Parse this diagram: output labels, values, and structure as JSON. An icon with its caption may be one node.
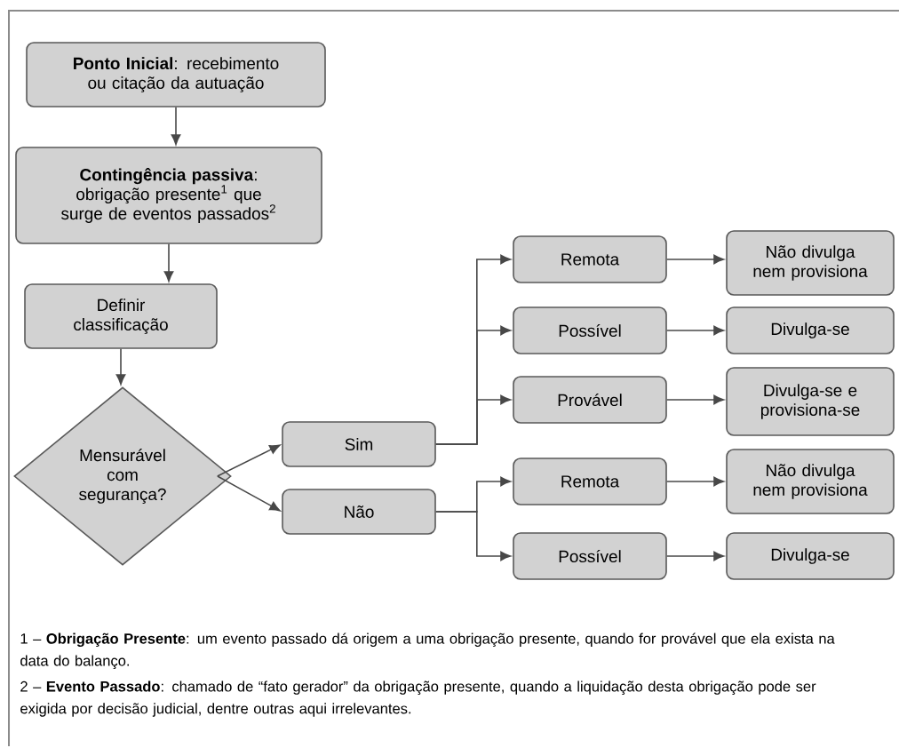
{
  "diagram": {
    "nodes": [
      {
        "text": [
          "**Ponto Inicial**: recebimento ou citação da autuação"
        ]
      },
      {
        "text": [
          "**Contingência passiva**: obrigação presente$^{1}$ que surge de eventos passados$^{2}$"
        ]
      },
      {
        "text": [
          "Definir classificação"
        ]
      },
      {
        "text": [
          "Mensurável com segurança?"
        ]
      },
      {
        "text": [
          "Sim"
        ]
      },
      {
        "text": [
          "Não"
        ]
      },
      {
        "text": [
          "Remota"
        ]
      },
      {
        "text": [
          "Não divulga nem provisiona"
        ]
      },
      {
        "text": [
          "Possível"
        ]
      },
      {
        "text": [
          "Divulga-se"
        ]
      },
      {
        "text": [
          "Provável"
        ]
      },
      {
        "text": [
          "Divulga-se e provisiona-se"
        ]
      },
      {
        "text": [
          "Remota"
        ]
      },
      {
        "text": [
          "Não divulga nem provisiona"
        ]
      },
      {
        "text": [
          "Possível"
        ]
      },
      {
        "text": [
          "Divulga-se"
        ]
      }
    ],
    "edges": [
      {
        "from": 0,
        "to": 1,
        "arrow": "to"
      },
      {
        "from": 1,
        "to": 2,
        "arrow": "to"
      },
      {
        "from": 2,
        "to": 3,
        "arrow": "to"
      },
      {
        "from": 3,
        "to": 4,
        "arrow": "to"
      },
      {
        "from": 3,
        "to": 5,
        "arrow": "to"
      },
      {
        "from": 4,
        "to": 6,
        "arrow": "to"
      },
      {
        "from": 4,
        "to": 8,
        "arrow": "to"
      },
      {
        "from": 4,
        "to": 10,
        "arrow": "to"
      },
      {
        "from": 6,
        "to": 7,
        "arrow": "to"
      },
      {
        "from": 8,
        "to": 9,
        "arrow": "to"
      },
      {
        "from": 10,
        "to": 11,
        "arrow": "to"
      },
      {
        "from": 5,
        "to": 12,
        "arrow": "to"
      },
      {
        "from": 5,
        "to": 14,
        "arrow": "to"
      },
      {
        "from": 12,
        "to": 13,
        "arrow": "to"
      },
      {
        "from": 14,
        "to": 15,
        "arrow": "to"
      }
    ],
    "labels": [
      "1 – **Obrigação Presente**: um evento passado dá origem a uma obrigação presente, quando for provável que ela exista na data do balanço.",
      "2 – **Evento Passado**: chamado de “fato gerador” da obrigação presente, quando a liquidação desta obrigação pode ser exigida por decisão judicial, dentre outras aqui irrelevantes."
    ]
  }
}
